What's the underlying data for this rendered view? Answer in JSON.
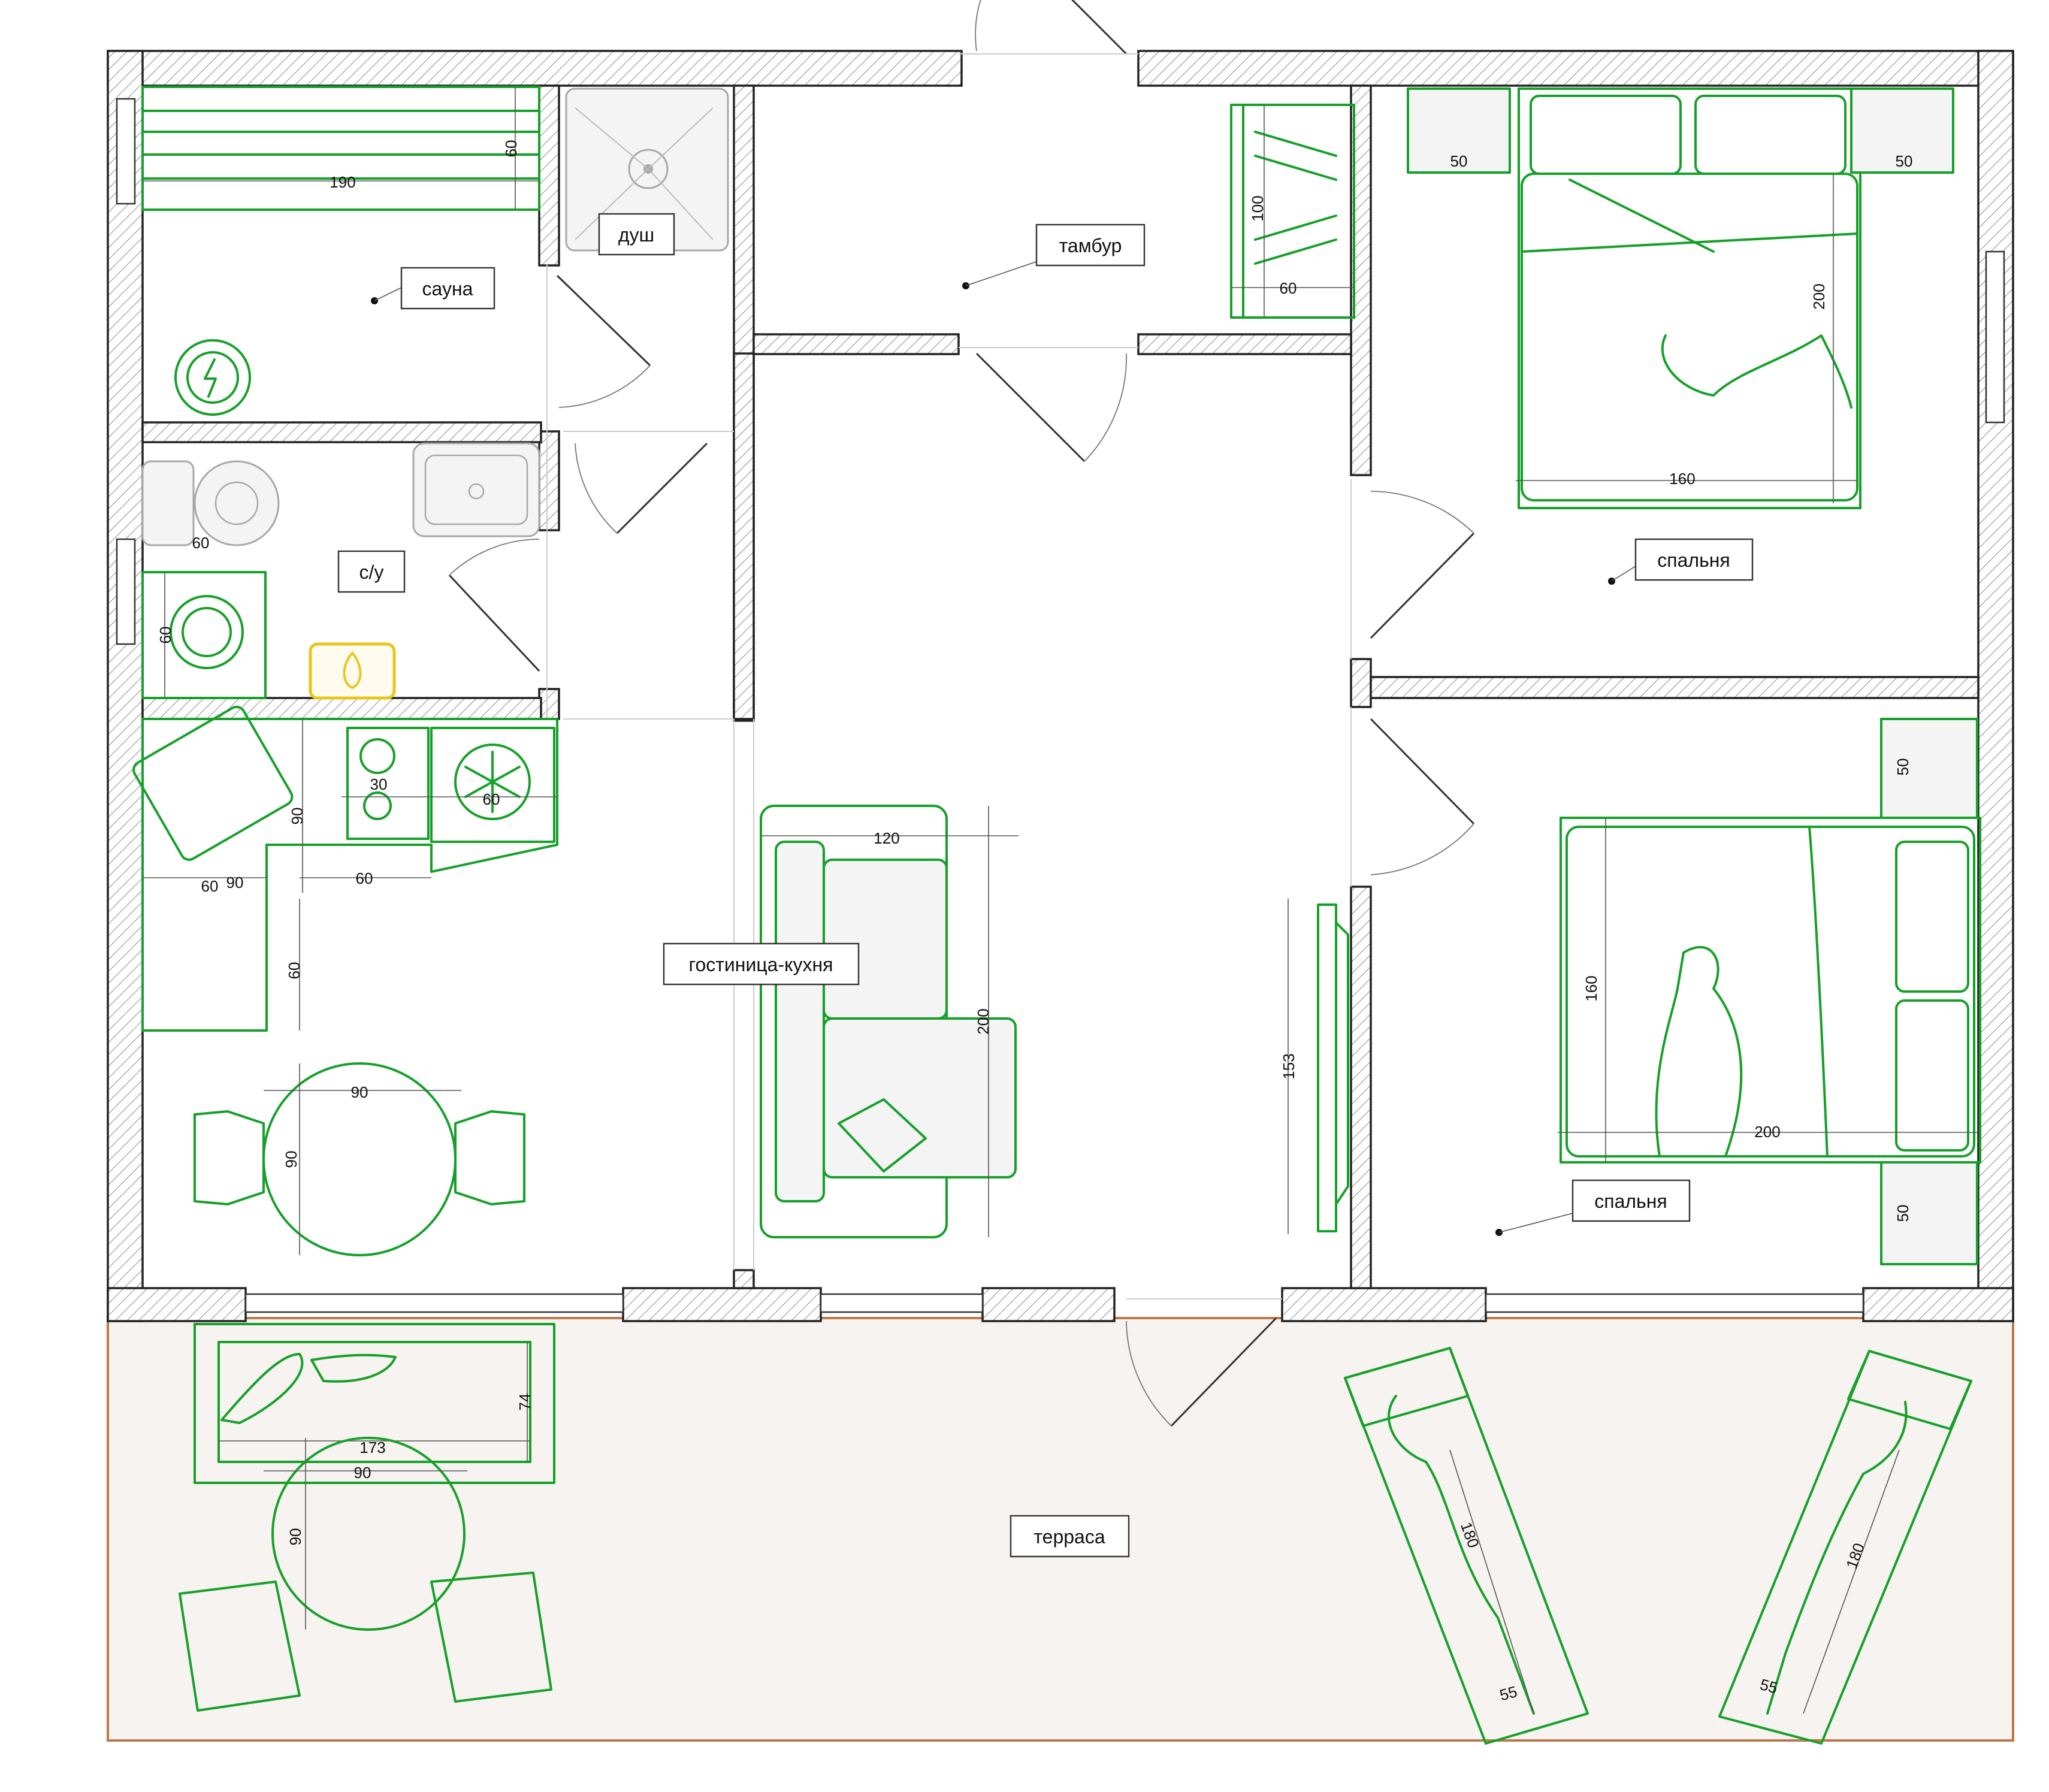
{
  "rooms": [
    {
      "id": "sauna",
      "label": "сауна"
    },
    {
      "id": "shower",
      "label": "душ"
    },
    {
      "id": "vestibule",
      "label": "тамбур"
    },
    {
      "id": "bathroom",
      "label": "с/у"
    },
    {
      "id": "living",
      "label": "гостиница-кухня"
    },
    {
      "id": "bedroom1",
      "label": "спальня"
    },
    {
      "id": "bedroom2",
      "label": "спальня"
    },
    {
      "id": "terrace",
      "label": "терраса"
    }
  ],
  "dimensions": {
    "sauna_bench_length": "190",
    "sauna_bench_width": "60",
    "wardrobe_height": "100",
    "wardrobe_width": "60",
    "nightstand_left": "50",
    "nightstand_right": "50",
    "bed1_length": "200",
    "bed1_width": "160",
    "toilet_width": "60",
    "washer_width": "60",
    "kitchen_corner_90": "90",
    "cooktop": "30",
    "fridge": "60",
    "counter_a": "60",
    "counter_b": "90",
    "counter_c": "60",
    "counter_depth": "60",
    "sofa_width": "120",
    "sofa_length": "200",
    "tv_length": "153",
    "bed2_width": "160",
    "bed2_length": "200",
    "nightstand_top": "50",
    "nightstand_bottom": "50",
    "table_width": "90",
    "table_depth": "90",
    "terrace_sofa_length": "173",
    "terrace_sofa_depth": "74",
    "terrace_table_width": "90",
    "terrace_table_depth": "90",
    "lounger1_length": "180",
    "lounger1_width": "55",
    "lounger2_length": "180",
    "lounger2_width": "55"
  },
  "colors": {
    "furniture": "#16a02a",
    "boiler": "#e8c61e",
    "terrace_fill": "#f7f3f0",
    "terrace_border": "#b97a4b",
    "wall_outline": "#222222"
  },
  "icons": [
    "stove-icon",
    "shower-icon",
    "snowflake-icon",
    "flame-icon",
    "wash-icon"
  ]
}
